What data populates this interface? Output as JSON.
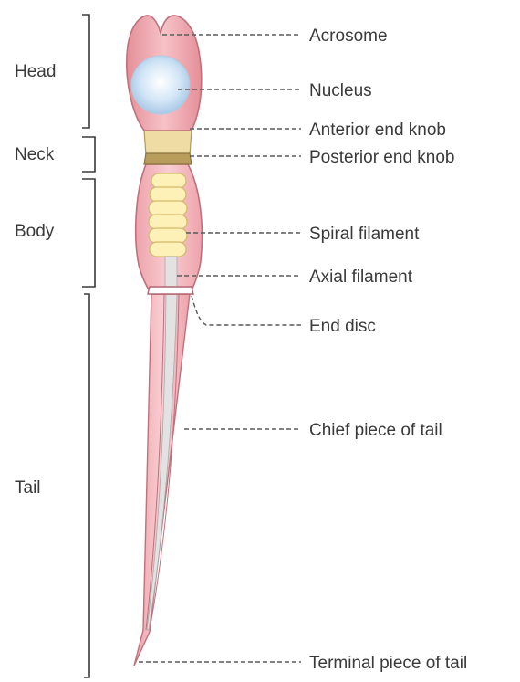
{
  "regions": {
    "head": "Head",
    "neck": "Neck",
    "body": "Body",
    "tail": "Tail"
  },
  "labels": {
    "acrosome": "Acrosome",
    "nucleus": "Nucleus",
    "anterior_end_knob": "Anterior end knob",
    "posterior_end_knob": "Posterior end knob",
    "spiral_filament": "Spiral filament",
    "axial_filament": "Axial filament",
    "end_disc": "End disc",
    "chief_piece": "Chief piece of tail",
    "terminal_piece": "Terminal piece of tail"
  },
  "colors": {
    "membrane_pink": "#f3b7bd",
    "membrane_outline": "#c0707a",
    "nucleus_blue": "#cfe3f5",
    "knob_tan": "#e8d39a",
    "knob_dark": "#b09858",
    "spiral_yellow": "#fbefb0",
    "axial_grey": "#dcdcdc"
  }
}
